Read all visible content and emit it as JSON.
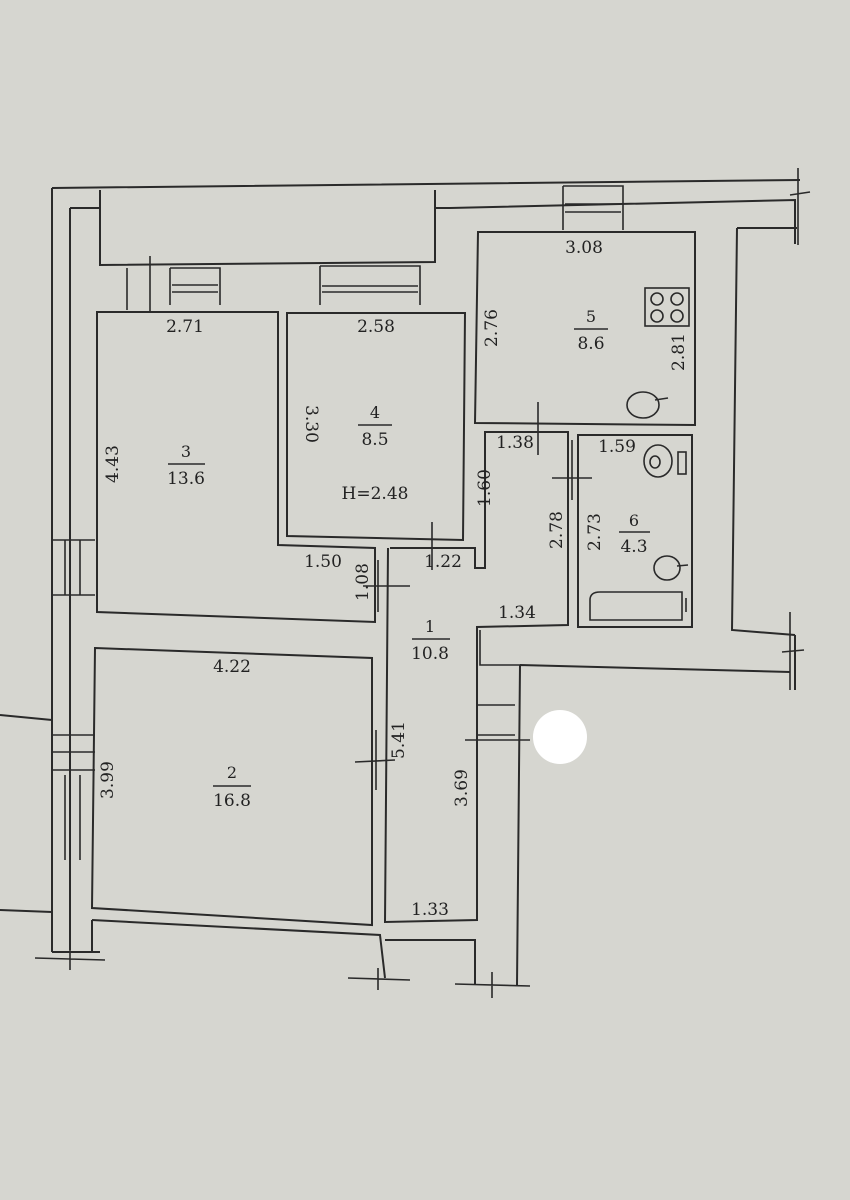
{
  "rooms": [
    {
      "number": "1",
      "area": "10.8"
    },
    {
      "number": "2",
      "area": "16.8"
    },
    {
      "number": "3",
      "area": "13.6"
    },
    {
      "number": "4",
      "area": "8.5"
    },
    {
      "number": "5",
      "area": "8.6"
    },
    {
      "number": "6",
      "area": "4.3"
    }
  ],
  "ceiling_height": "H=2.48",
  "dimensions": {
    "d308": "3.08",
    "d276": "2.76",
    "d281": "2.81",
    "d271": "2.71",
    "d258": "2.58",
    "d330": "3.30",
    "d443": "4.43",
    "d138": "1.38",
    "d159": "1.59",
    "d160": "1.60",
    "d278": "2.78",
    "d273": "2.73",
    "d150": "1.50",
    "d108": "1.08",
    "d122": "1.22",
    "d134": "1.34",
    "d422": "4.22",
    "d399": "3.99",
    "d541": "5.41",
    "d369": "3.69",
    "d133": "1.33"
  },
  "colors": {
    "paper": "#d6d6d0",
    "ink": "#2a2a2a",
    "marker": "#ffffff"
  }
}
